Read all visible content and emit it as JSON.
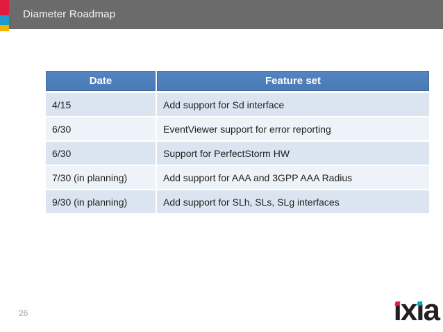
{
  "slide": {
    "title": "Diameter Roadmap",
    "page_number": "26"
  },
  "title_bar": {
    "background": "#6b6b6b",
    "text_color": "#f7f7f7",
    "accent_colors": {
      "red": "#e01b3d",
      "teal": "#1c9dc9",
      "yellow": "#f5b200"
    }
  },
  "table": {
    "header_background": "#4f81bd",
    "header_text_color": "#ffffff",
    "band_dark": "#dbe5f1",
    "band_light": "#eef2f9",
    "columns": [
      "Date",
      "Feature set"
    ],
    "rows": [
      [
        "4/15",
        "Add support for Sd interface"
      ],
      [
        "6/30",
        "EventViewer support for error reporting"
      ],
      [
        "6/30",
        "Support for PerfectStorm HW"
      ],
      [
        "7/30 (in planning)",
        "Add support for AAA and 3GPP AAA Radius"
      ],
      [
        "9/30 (in planning)",
        "Add support for SLh, SLs, SLg interfaces"
      ]
    ]
  },
  "logo": {
    "text": "ixia",
    "letters": [
      "ı",
      "x",
      "ı",
      "a"
    ],
    "letter_color": "#231f20",
    "dot_colors": {
      "first_i": "#e0203d",
      "second_i": "#00a7cf"
    }
  }
}
